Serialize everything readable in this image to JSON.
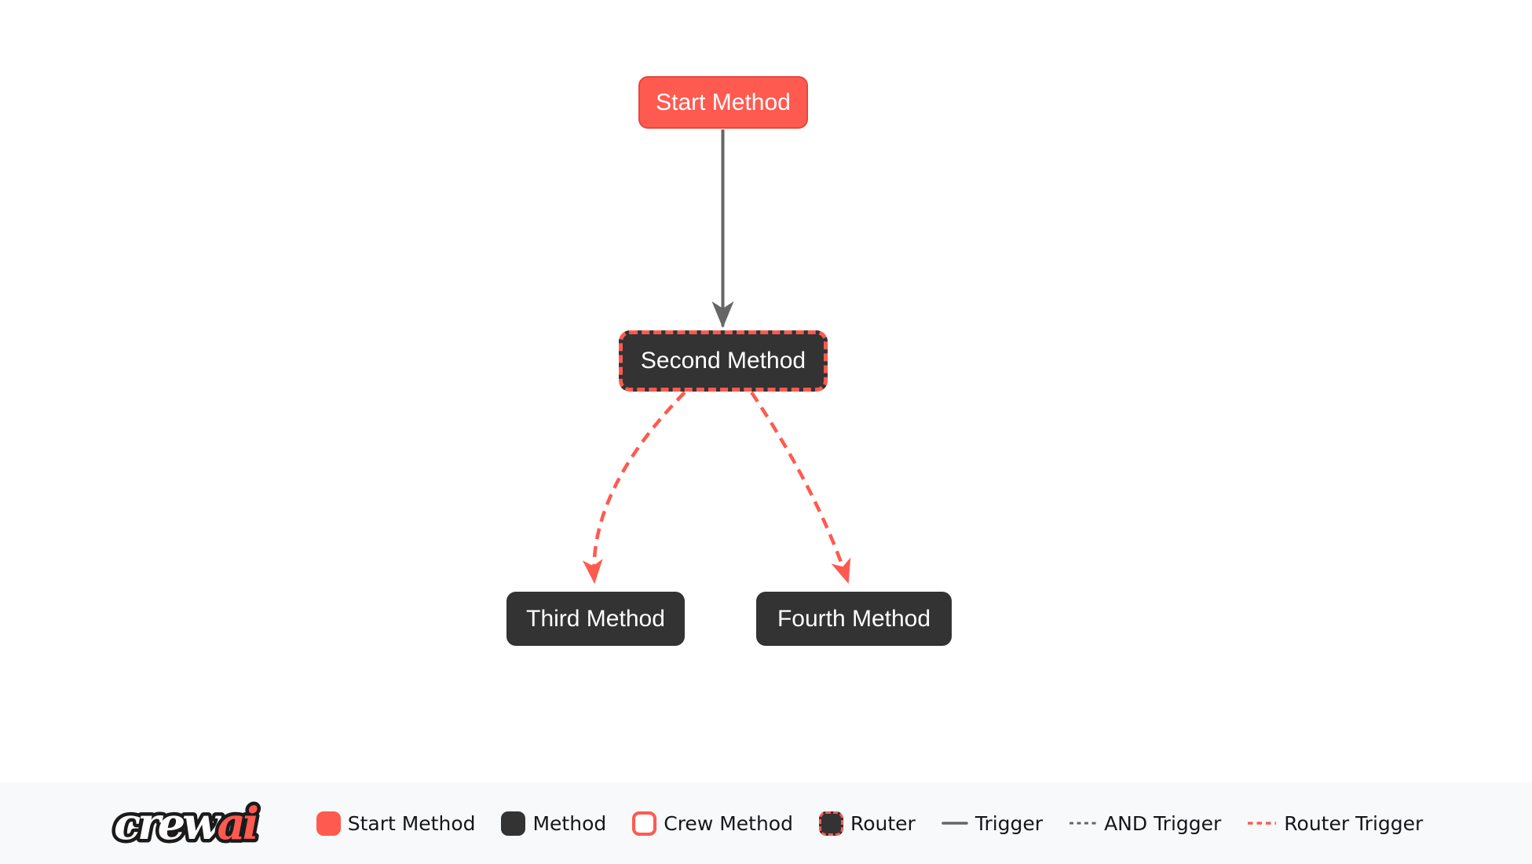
{
  "page": {
    "background": "#FFFFFF"
  },
  "colors": {
    "accent_red": "#FF5A50",
    "accent_red_border": "#E2483D",
    "node_dark": "#333333",
    "edge_gray": "#666666",
    "legend_background": "#F8F9FA",
    "node_text": "#FFFFFF",
    "legend_text": "#15171A"
  },
  "nodes": [
    {
      "label": "Start Method",
      "type": "start"
    },
    {
      "label": "Second Method",
      "type": "router"
    },
    {
      "label": "Third Method",
      "type": "method"
    },
    {
      "label": "Fourth Method",
      "type": "method"
    }
  ],
  "edges": [
    {
      "from": "Start Method",
      "to": "Second Method",
      "style": "trigger"
    },
    {
      "from": "Second Method",
      "to": "Third Method",
      "style": "router-trigger"
    },
    {
      "from": "Second Method",
      "to": "Fourth Method",
      "style": "router-trigger"
    }
  ],
  "legend": {
    "logo": {
      "part1": "crew",
      "part2": "ai"
    },
    "items": [
      {
        "label": "Start Method",
        "swatch": "start-method-swatch"
      },
      {
        "label": "Method",
        "swatch": "method-swatch"
      },
      {
        "label": "Crew Method",
        "swatch": "crew-method-swatch"
      },
      {
        "label": "Router",
        "swatch": "router-swatch"
      },
      {
        "label": "Trigger",
        "swatch": "trigger-line"
      },
      {
        "label": "AND Trigger",
        "swatch": "and-trigger-line"
      },
      {
        "label": "Router Trigger",
        "swatch": "router-trigger-line"
      }
    ]
  }
}
